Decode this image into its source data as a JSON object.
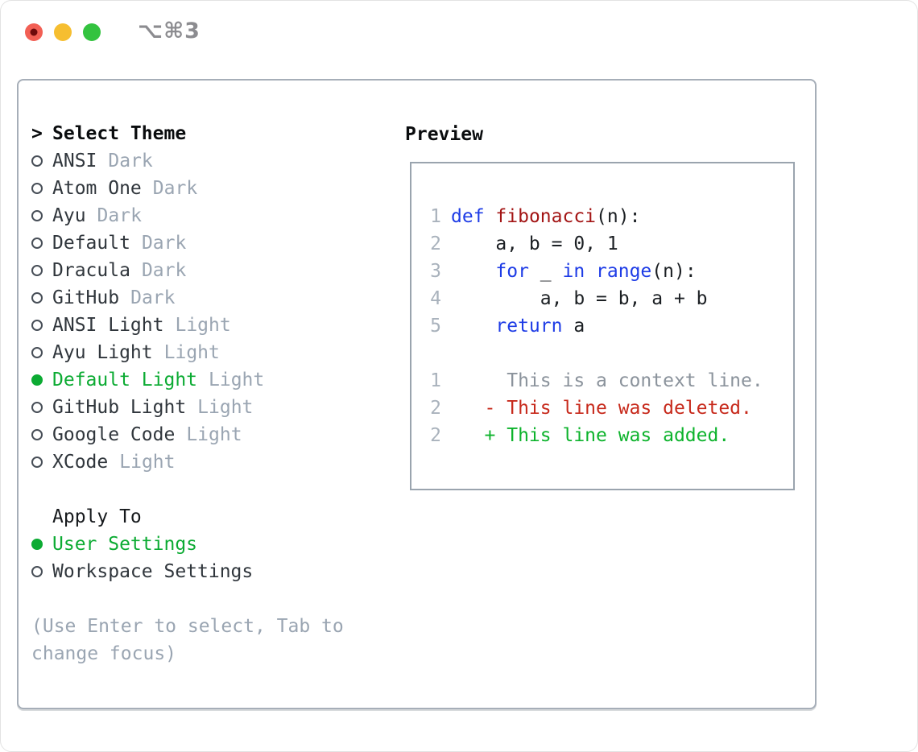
{
  "window": {
    "shortcut": "⌥⌘3"
  },
  "colors": {
    "tl-red": "#f25f54",
    "tl-red-dot": "#6e0a0b",
    "tl-yellow": "#f6be30",
    "tl-green": "#33c33f",
    "gray-shortcut": "#8c8c90",
    "border-panel": "#a6aeb8",
    "border-preview": "#9aa4ae",
    "text-main": "#30363c",
    "gray-dim": "#9aa5b2",
    "gray-lineno": "#a9b2bc",
    "circle-stroke": "#474e57",
    "green-ui": "#0cab33",
    "c-keyword": "#1e3ce6",
    "c-func": "#a31515",
    "c-plain": "#1b1f23",
    "c-context": "#8b939c",
    "c-deleted": "#c7291b",
    "c-added": "#0db32c"
  },
  "sidebar": {
    "title_marker": ">",
    "title": "Select Theme",
    "themes": [
      {
        "name": "ANSI",
        "variant": "Dark",
        "selected": false
      },
      {
        "name": "Atom One",
        "variant": "Dark",
        "selected": false
      },
      {
        "name": "Ayu",
        "variant": "Dark",
        "selected": false
      },
      {
        "name": "Default",
        "variant": "Dark",
        "selected": false
      },
      {
        "name": "Dracula",
        "variant": "Dark",
        "selected": false
      },
      {
        "name": "GitHub",
        "variant": "Dark",
        "selected": false
      },
      {
        "name": "ANSI Light",
        "variant": "Light",
        "selected": false
      },
      {
        "name": "Ayu Light",
        "variant": "Light",
        "selected": false
      },
      {
        "name": "Default Light",
        "variant": "Light",
        "selected": true
      },
      {
        "name": "GitHub Light",
        "variant": "Light",
        "selected": false
      },
      {
        "name": "Google Code",
        "variant": "Light",
        "selected": false
      },
      {
        "name": "XCode",
        "variant": "Light",
        "selected": false
      }
    ],
    "apply_to": {
      "title": "Apply To",
      "options": [
        {
          "name": "User Settings",
          "selected": true
        },
        {
          "name": "Workspace Settings",
          "selected": false
        }
      ]
    },
    "hint_lines": [
      "(Use Enter to select, Tab to",
      "change focus)"
    ]
  },
  "preview": {
    "title": "Preview",
    "lines": [
      {
        "no": "1",
        "tokens": [
          {
            "c": "kw",
            "t": "def"
          },
          {
            "c": "pl",
            "t": " "
          },
          {
            "c": "fn",
            "t": "fibonacci"
          },
          {
            "c": "pl",
            "t": "(n):"
          }
        ]
      },
      {
        "no": "2",
        "tokens": [
          {
            "c": "pl",
            "t": "    a, b = 0, 1"
          }
        ]
      },
      {
        "no": "3",
        "tokens": [
          {
            "c": "pl",
            "t": "    "
          },
          {
            "c": "kw",
            "t": "for"
          },
          {
            "c": "pl",
            "t": " _ "
          },
          {
            "c": "kw",
            "t": "in"
          },
          {
            "c": "pl",
            "t": " "
          },
          {
            "c": "kw",
            "t": "range"
          },
          {
            "c": "pl",
            "t": "(n):"
          }
        ]
      },
      {
        "no": "4",
        "tokens": [
          {
            "c": "pl",
            "t": "        a, b = b, a + b"
          }
        ]
      },
      {
        "no": "5",
        "tokens": [
          {
            "c": "pl",
            "t": "    "
          },
          {
            "c": "kw",
            "t": "return"
          },
          {
            "c": "pl",
            "t": " a"
          }
        ]
      },
      {
        "no": "",
        "tokens": []
      },
      {
        "no": "1",
        "tokens": [
          {
            "c": "ctx",
            "t": "     This is a context line."
          }
        ]
      },
      {
        "no": "2",
        "tokens": [
          {
            "c": "del",
            "t": "   - This line was deleted."
          }
        ]
      },
      {
        "no": "2",
        "tokens": [
          {
            "c": "add",
            "t": "   + This line was added."
          }
        ]
      }
    ]
  }
}
